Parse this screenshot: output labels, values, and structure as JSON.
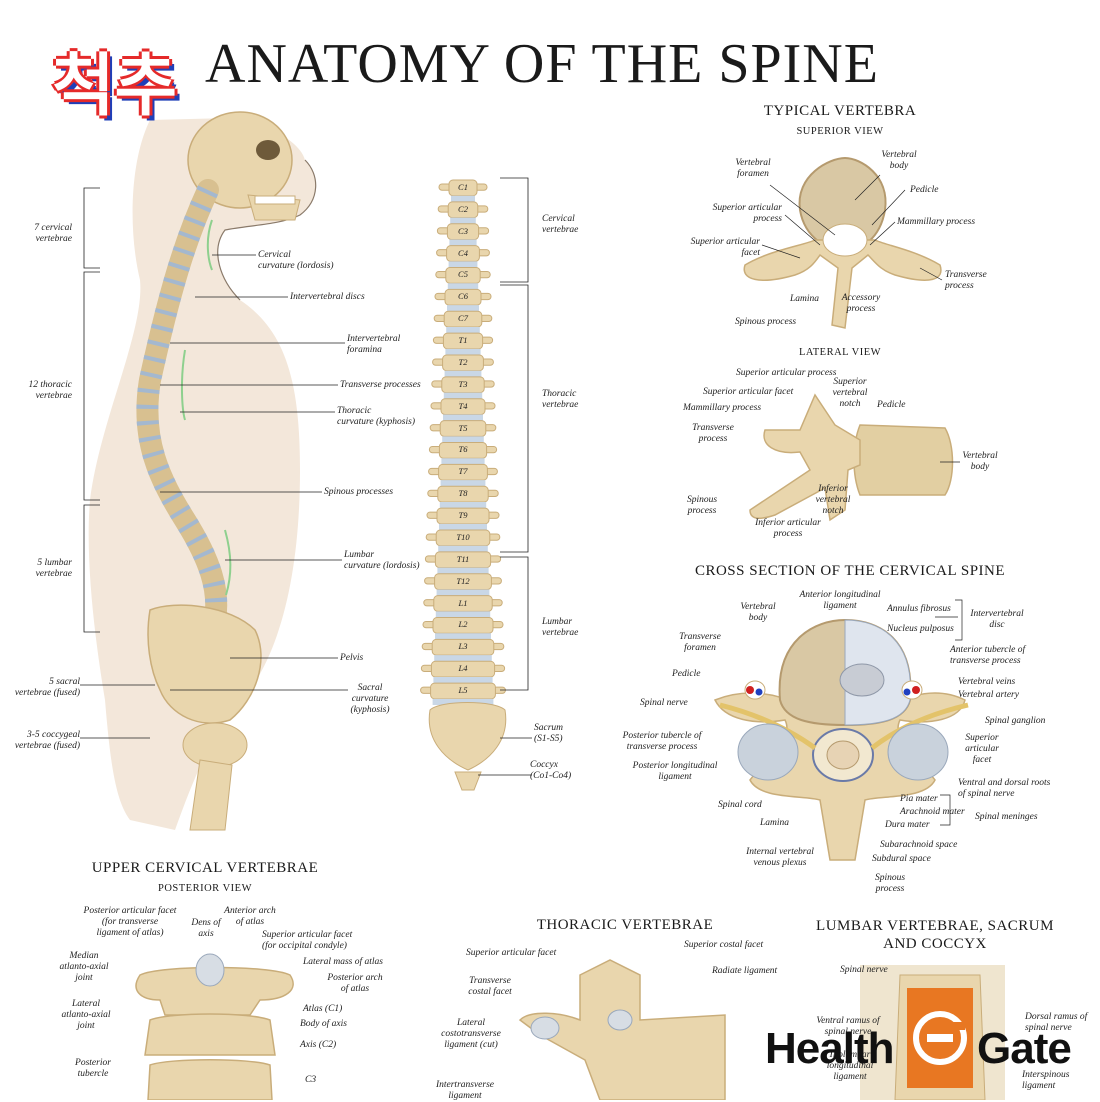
{
  "header": {
    "korean": "척추",
    "title": "ANATOMY OF THE SPINE"
  },
  "lateral_body": {
    "left_labels": [
      "7 cervical\nvertebrae",
      "12 thoracic\nvertebrae",
      "5 lumbar\nvertebrae",
      "5 sacral\nvertebrae (fused)",
      "3-5 coccygeal\nvertebrae (fused)"
    ],
    "right_labels": [
      "Cervical\ncurvature (lordosis)",
      "Intervertebral discs",
      "Intervertebral\nforamina",
      "Transverse processes",
      "Thoracic\ncurvature (kyphosis)",
      "Spinous processes",
      "Lumbar\ncurvature (lordosis)",
      "Pelvis",
      "Sacral\ncurvature\n(kyphosis)"
    ]
  },
  "anterior_spine": {
    "vertebrae": [
      "C1",
      "C2",
      "C3",
      "C4",
      "C5",
      "C6",
      "C7",
      "T1",
      "T2",
      "T3",
      "T4",
      "T5",
      "T6",
      "T7",
      "T8",
      "T9",
      "T10",
      "T11",
      "T12",
      "L1",
      "L2",
      "L3",
      "L4",
      "L5"
    ],
    "right_labels": [
      "Cervical\nvertebrae",
      "Thoracic\nvertebrae",
      "Lumbar\nvertebrae",
      "Sacrum\n(S1-S5)",
      "Coccyx\n(Co1-Co4)"
    ]
  },
  "typical_vertebra": {
    "title": "TYPICAL VERTEBRA",
    "superior_title": "SUPERIOR VIEW",
    "superior_labels": [
      "Vertebral\nforamen",
      "Vertebral\nbody",
      "Pedicle",
      "Superior articular\nprocess",
      "Mammillary process",
      "Superior articular\nfacet",
      "Transverse\nprocess",
      "Lamina",
      "Accessory\nprocess",
      "Spinous process"
    ],
    "lateral_title": "LATERAL VIEW",
    "lateral_labels": [
      "Superior articular process",
      "Superior articular facet",
      "Superior\nvertebral\nnotch",
      "Mammillary process",
      "Pedicle",
      "Transverse\nprocess",
      "Vertebral\nbody",
      "Spinous\nprocess",
      "Inferior\nvertebral\nnotch",
      "Inferior articular\nprocess"
    ]
  },
  "cervical_cross": {
    "title": "CROSS SECTION OF THE CERVICAL SPINE",
    "labels": [
      "Vertebral\nbody",
      "Anterior longitudinal\nligament",
      "Annulus fibrosus",
      "Nucleus pulposus",
      "Intervertebral\ndisc",
      "Transverse\nforamen",
      "Anterior tubercle of\ntransverse process",
      "Pedicle",
      "Vertebral veins",
      "Vertebral artery",
      "Spinal nerve",
      "Spinal ganglion",
      "Posterior tubercle of\ntransverse process",
      "Superior\narticular\nfacet",
      "Posterior longitudinal\nligament",
      "Ventral and dorsal roots\nof spinal nerve",
      "Spinal cord",
      "Pia mater",
      "Arachnoid mater",
      "Spinal meninges",
      "Lamina",
      "Dura mater",
      "Subarachnoid space",
      "Internal vertebral\nvenous plexus",
      "Subdural space",
      "Spinous\nprocess"
    ]
  },
  "upper_cervical": {
    "title": "UPPER CERVICAL VERTEBRAE",
    "subtitle": "POSTERIOR VIEW",
    "labels": [
      "Posterior articular facet\n(for transverse\nligament of atlas)",
      "Dens of\naxis",
      "Anterior arch\nof atlas",
      "Superior articular facet\n(for occipital condyle)",
      "Median\natlanto-axial\njoint",
      "Lateral mass of atlas",
      "Posterior arch\nof atlas",
      "Lateral\natlanto-axial\njoint",
      "Atlas (C1)",
      "Body of axis",
      "Axis (C2)",
      "Posterior\ntubercle",
      "C3"
    ]
  },
  "thoracic": {
    "title": "THORACIC VERTEBRAE",
    "labels": [
      "Superior articular facet",
      "Superior costal facet",
      "Transverse\ncostal facet",
      "Radiate ligament",
      "Lateral\ncostotransverse\nligament (cut)",
      "Intertransverse\nligament"
    ]
  },
  "lumbar": {
    "title": "LUMBAR VERTEBRAE, SACRUM\nAND COCCYX",
    "labels": [
      "Spinal nerve",
      "Ventral ramus of\nspinal nerve",
      "Dorsal ramus of\nspinal nerve",
      "Iliolumbar\nlongitudinal\nligament",
      "Interspinous\nligament"
    ]
  },
  "logo": {
    "left": "Health",
    "right": "Gate"
  },
  "colors": {
    "bone": "#e9d6ad",
    "bone_dark": "#c9ad7a",
    "disc": "#c9d7e6",
    "skin": "#f3e7da",
    "logo_orange": "#e87722",
    "vein": "#2040c0",
    "artery": "#d02020"
  }
}
